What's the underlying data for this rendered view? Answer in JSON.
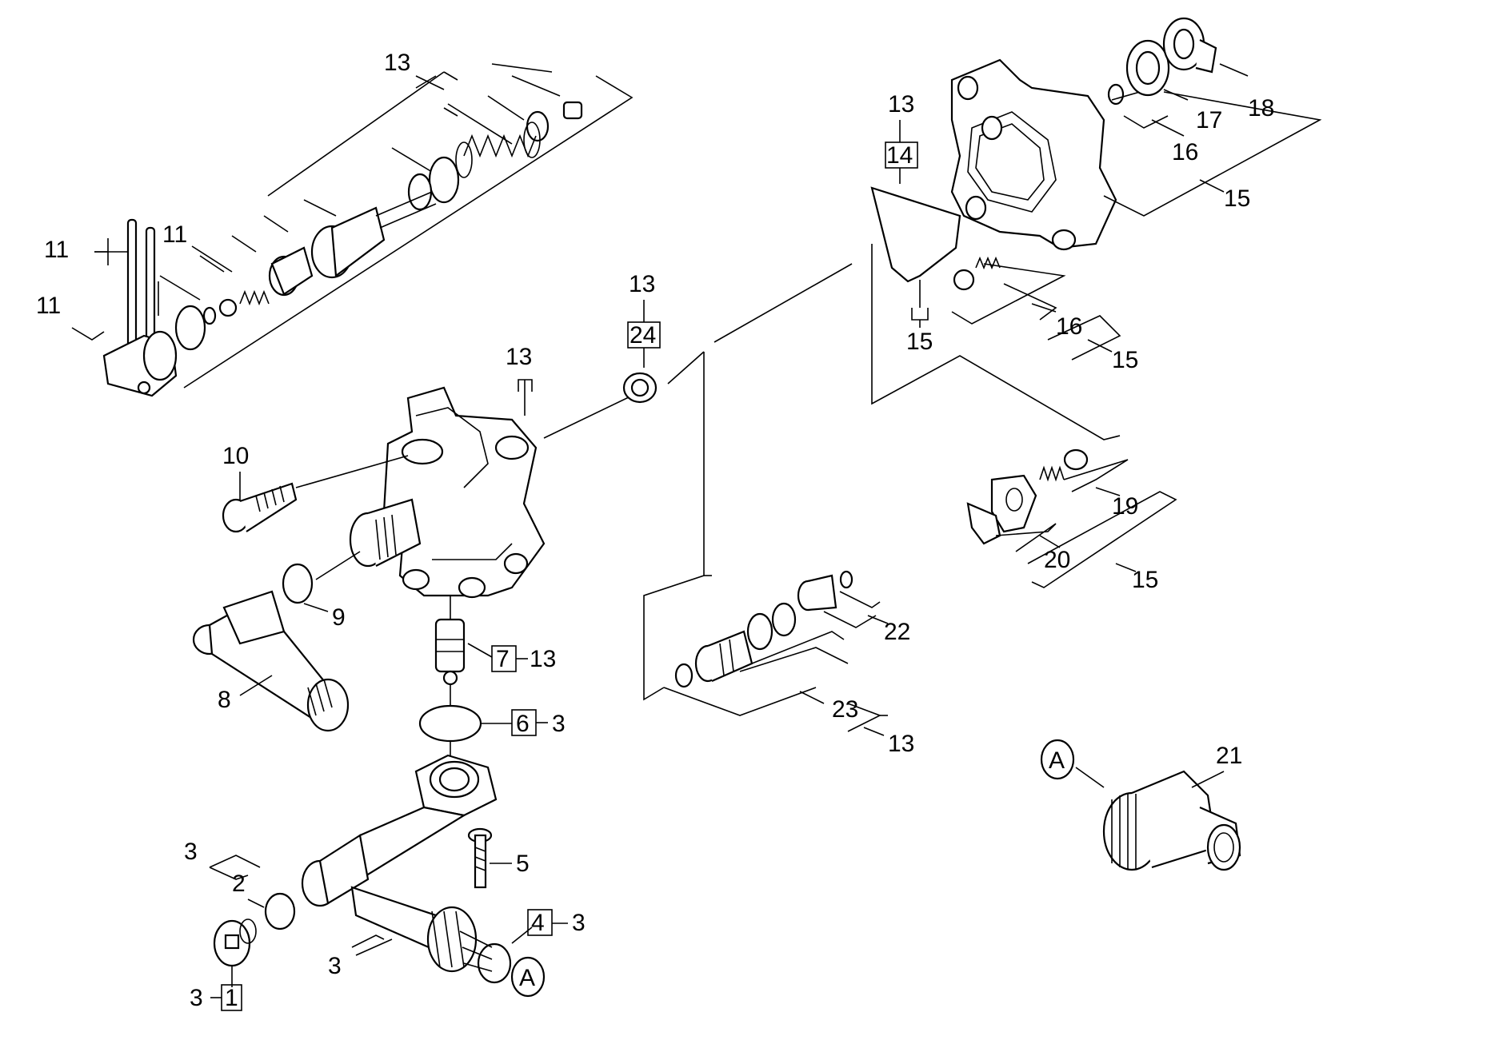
{
  "labels": {
    "l13_top": "13",
    "l11_a": "11",
    "l11_b": "11",
    "l11_c": "11",
    "l10": "10",
    "l13_body": "13",
    "l13_pre24": "13",
    "l24": "24",
    "l9": "9",
    "l8": "8",
    "l7": "7",
    "l13_7": "13",
    "l6": "6",
    "l3_6": "3",
    "l5": "5",
    "l3_2": "3",
    "l2": "2",
    "l4": "4",
    "l3_4": "3",
    "l3_mid": "3",
    "l3_1": "3",
    "l1": "1",
    "l13_14": "13",
    "l14": "14",
    "l15_14": "15",
    "l17": "17",
    "l18": "18",
    "l16_a": "16",
    "l15_a": "15",
    "l16_b": "16",
    "l15_b": "15",
    "l19": "19",
    "l20": "20",
    "l15_c": "15",
    "l22": "22",
    "l23": "23",
    "l13_23": "13",
    "l21": "21",
    "callout_a1": "A",
    "callout_a2": "A"
  }
}
